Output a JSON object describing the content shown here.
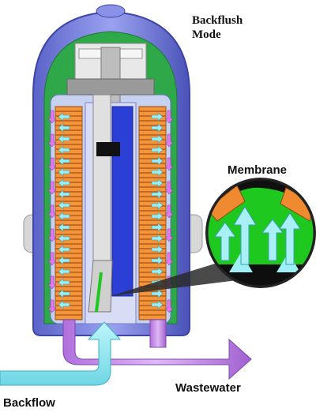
{
  "labels": {
    "mode_line1": "Backflush",
    "mode_line2": "Mode",
    "membrane": "Membrane",
    "backflow": "Backflow",
    "wastewater": "Wastewater"
  },
  "colors": {
    "housing": "#8088e0",
    "housing_inner": "#2fa84a",
    "membrane_orange": "#f08a30",
    "membrane_green": "#1ec81e",
    "flow_pink": "#d060e0",
    "flow_cyan": "#8fe6ee",
    "pipe_purple": "#c58be8",
    "core_blue": "#2b3fd6"
  }
}
